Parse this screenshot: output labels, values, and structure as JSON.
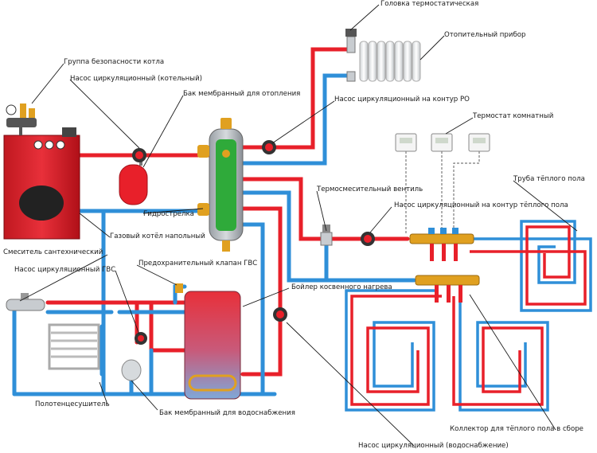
{
  "colors": {
    "hot": "#e8202a",
    "cold": "#2f8fd8",
    "boiler": "#d4202a",
    "tank_top": "#e8303a",
    "tank_bottom": "#7fa8d8",
    "separator": "#2faa3a",
    "brass": "#e0a020",
    "leader": "#1a1a1a"
  },
  "labels": {
    "thermo_head": "Головка термостатическая",
    "radiator": "Отопительный прибор",
    "safety_group": "Группа безопасности котла",
    "pump_boiler": "Насос циркуляционный (котельный)",
    "exp_tank_heating": "Бак мембранный для отопления",
    "pump_ro": "Насос циркуляционный на контур РО",
    "room_thermostat": "Термостат комнатный",
    "floor_pipe": "Труба тёплого пола",
    "mixing_valve": "Термосмесительный вентиль",
    "pump_floor": "Насос циркуляционный на контур тёплого пола",
    "hydro_arrow": "Гидрострелка",
    "gas_boiler": "Газовый котёл напольный",
    "mixer": "Смеситель сантехнический",
    "safety_valve_dhw": "Предохранительный клапан ГВС",
    "pump_dhw": "Насос циркуляционный ГВС",
    "indirect_boiler": "Бойлер косвенного нагрева",
    "towel_dryer": "Полотенцесушитель",
    "exp_tank_water": "Бак мембранный для водоснабжения",
    "manifold": "Коллектор для тёплого пола в сборе",
    "pump_water": "Насос циркуляционный (водоснабжение)"
  }
}
